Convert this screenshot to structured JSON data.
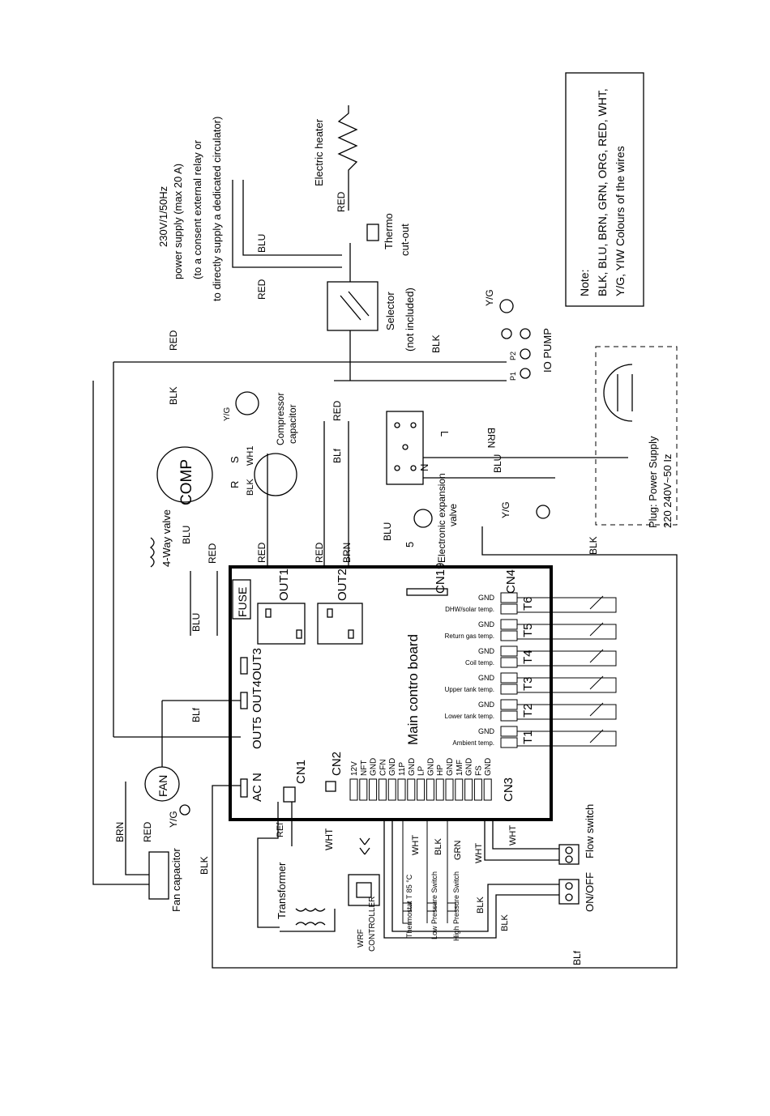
{
  "power_supply": {
    "line1": "230V/1/50Hz",
    "line2": "power supply (max 20 A)",
    "line3": "(to a consent external relay or",
    "line4": "to directly supply a dedicated circulator)"
  },
  "heater": {
    "label": "Electric heater",
    "cutout1": "Thermo",
    "cutout2": "cut-out"
  },
  "selector": {
    "line1": "Selector",
    "line2": "(not included)"
  },
  "pump": {
    "label": "IO PUMP",
    "p1": "P1",
    "p2": "P2"
  },
  "note": {
    "line1": "Note:",
    "line2": "BLK, BLU, BRN, GRN, ORG, RED, WHT,",
    "line3": "Y/G, YIW    Colours of the wires"
  },
  "comp": {
    "label": "COMP",
    "capacitor1": "Compressor",
    "capacitor2": "capacitor",
    "S": "S",
    "R": "R"
  },
  "four_way": "4-Way valve",
  "exp_valve": {
    "line1": "Electronic expansion",
    "line2": "valve",
    "num": "5"
  },
  "plug": {
    "line1": "Plug: Power Supply",
    "line2": "220  240V~50 Iz"
  },
  "terminal": {
    "L": "L",
    "N": "N"
  },
  "fan": {
    "label": "FAN",
    "capacitor": "Fan capacitor"
  },
  "board": {
    "title": "Main contro  board",
    "fuse": "FUSE",
    "out1": "OUT1",
    "out2": "OUT2",
    "out3": "OUT3",
    "out4": "OUT4",
    "out5": "OUT5",
    "acn": "AC  N",
    "cn1": "CN1",
    "cn2": "CN2",
    "cn3": "CN3",
    "cn4": "CN4",
    "cn19": "CN19",
    "cn3_pins": [
      "12V",
      "NFT",
      "GND",
      "CFN",
      "GND",
      "11P",
      "GND",
      "LP",
      "GND",
      "HP",
      "GND",
      "1MF",
      "GND",
      "FS",
      "GND"
    ],
    "cn4_rows": [
      {
        "gnd": "GND",
        "label": "DHW/solar temp.",
        "sensor": "T6"
      },
      {
        "gnd": "GND",
        "label": "Return gas temp.",
        "sensor": "T5"
      },
      {
        "gnd": "GND",
        "label": "Coil temp.",
        "sensor": "T4"
      },
      {
        "gnd": "GND",
        "label": "Upper tank temp.",
        "sensor": "T3"
      },
      {
        "gnd": "GND",
        "label": "Lower tank temp.",
        "sensor": "T2"
      },
      {
        "gnd": "GND",
        "label": "Ambient temp.",
        "sensor": "T1"
      }
    ]
  },
  "bottom": {
    "transformer": "Transformer",
    "wrf1": "WRF",
    "wrf2": "CONTROLLER",
    "thermostat": "Thermostat T 85 °C",
    "lps": "Low Pressure Switch",
    "hps": "High Pressure Switch",
    "flow": "Flow switch",
    "onoff": "ON/OFF",
    "b_wht": "WHT",
    "yg": "Y/G"
  },
  "wires": {
    "RED": "RED",
    "BLK": "BLK",
    "BLU": "BLU",
    "BRN": "BRN",
    "YG": "Y/G",
    "WHT": "WHT",
    "GRN": "GRN",
    "WH1": "WH1",
    "BLF": "BLf",
    "REF": "REf"
  }
}
